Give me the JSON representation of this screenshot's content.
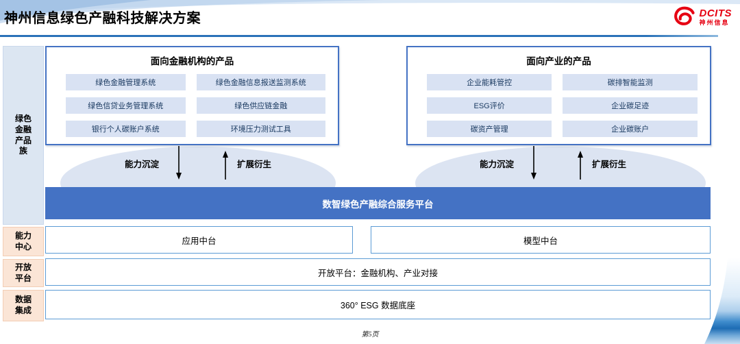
{
  "slide": {
    "title": "神州信息绿色产融科技解决方案",
    "page_number": "第5页"
  },
  "logo": {
    "brand": "DCITS",
    "brand_cn": "神州信息",
    "color": "#E60012",
    "icon": "dcits-swirl-icon"
  },
  "sidebar": {
    "items": [
      {
        "label": "绿色\n金融\n产品\n族"
      },
      {
        "label": "能力\n中心"
      },
      {
        "label": "开放\n平台"
      },
      {
        "label": "数据\n集成"
      }
    ]
  },
  "finance_box": {
    "title": "面向金融机构的产品",
    "items": [
      "绿色金融管理系统",
      "绿色金融信息报送监测系统",
      "绿色信贷业务管理系统",
      "绿色供应链金融",
      "银行个人碳账户系统",
      "环境压力测试工具"
    ]
  },
  "industry_box": {
    "title": "面向产业的产品",
    "items": [
      "企业能耗管控",
      "碳排智能监测",
      "ESG评价",
      "企业碳足迹",
      "碳资产管理",
      "企业碳账户"
    ]
  },
  "flow_labels": {
    "down": "能力沉淀",
    "up": "扩展衍生"
  },
  "platform_bar": {
    "label": "数智绿色产融综合服务平台"
  },
  "capability_row": {
    "left": "应用中台",
    "right": "模型中台"
  },
  "open_row": {
    "label": "开放平台：金融机构、产业对接"
  },
  "data_row": {
    "label": "360° ESG 数据底座"
  },
  "colors": {
    "accent_blue": "#4472C4",
    "item_fill_blue": "#D9E2F3",
    "sidebar_blue": "#DCE6F2",
    "sidebar_peach": "#FBE5D6",
    "box_border_blue": "#5B9BD5",
    "underline_blue": "#2A72B8",
    "dome_blue": "#DCE4F2",
    "logo_red": "#E60012"
  }
}
